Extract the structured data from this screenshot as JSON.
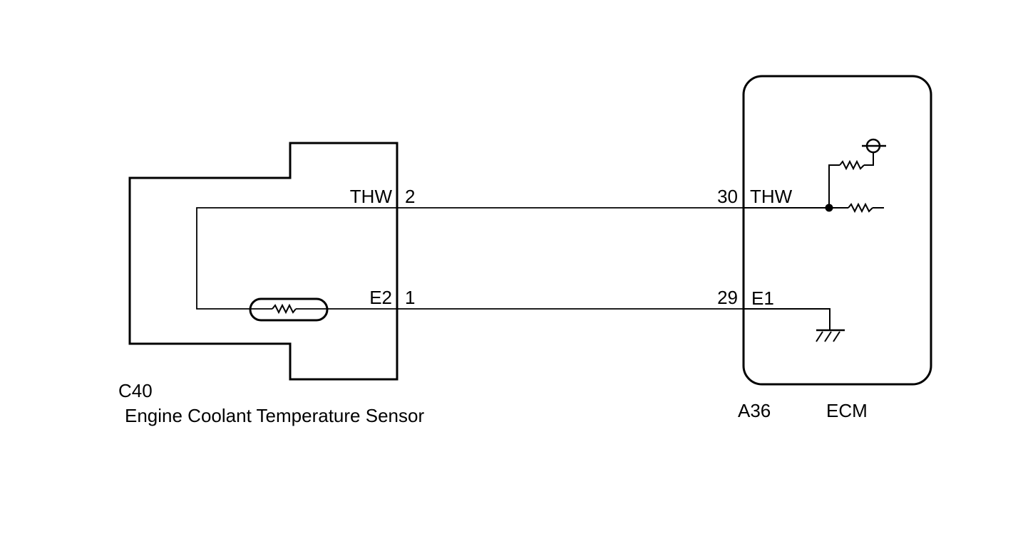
{
  "sensor": {
    "connector": "C40",
    "name": "Engine Coolant Temperature Sensor",
    "pin_thw_name": "THW",
    "pin_thw_num": "2",
    "pin_e2_name": "E2",
    "pin_e2_num": "1"
  },
  "ecm": {
    "connector": "A36",
    "name": "ECM",
    "pin_thw_num": "30",
    "pin_thw_name": "THW",
    "pin_e1_num": "29",
    "pin_e1_name": "E1"
  },
  "icons": {
    "thermistor": "thermistor-icon",
    "pullup_resistor": "resistor-icon",
    "input_resistor": "resistor-icon",
    "supply": "voltage-supply-icon",
    "ground": "ground-icon",
    "junction": "junction-dot-icon"
  },
  "colors": {
    "stroke": "#000000",
    "background": "#ffffff"
  }
}
